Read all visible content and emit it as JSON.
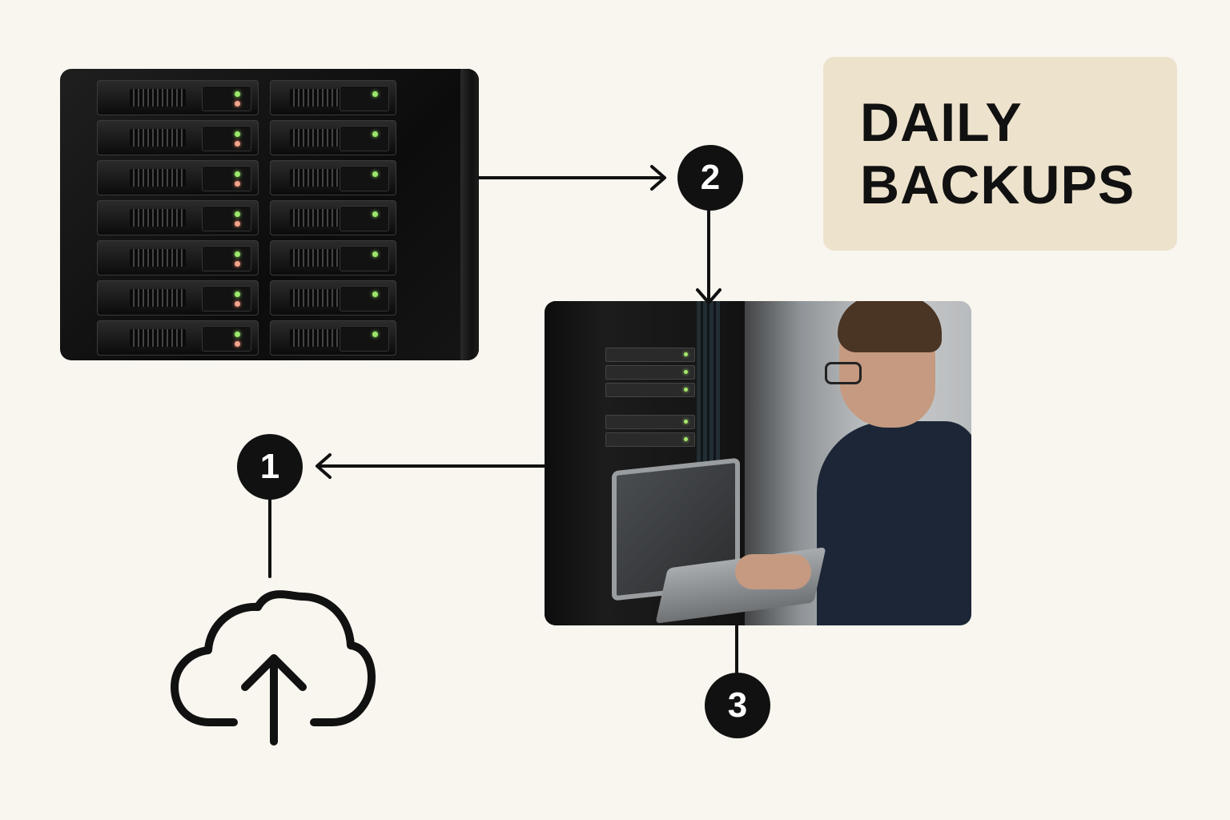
{
  "title": {
    "line1": "DAILY",
    "line2": "BACKUPS"
  },
  "steps": [
    {
      "number": "1",
      "icon": "cloud-upload-icon"
    },
    {
      "number": "2",
      "icon": "server-rack-photo"
    },
    {
      "number": "3",
      "icon": "technician-laptop-photo"
    }
  ],
  "colors": {
    "background": "#f9f5ef",
    "title_card": "#ede2cc",
    "badge": "#111111",
    "line": "#111111"
  }
}
